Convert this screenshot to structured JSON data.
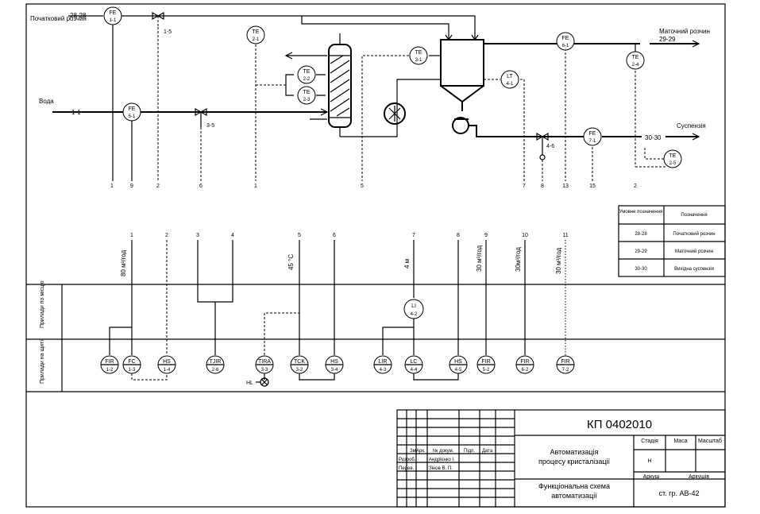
{
  "streams": {
    "mother_solution_in": "Початковий розчин",
    "water": "Вода",
    "mother_liquor_out": "Маточний розчин",
    "suspension_out": "Суспензія"
  },
  "pipe_codes": {
    "c2828": "28-28",
    "c11": "1-1",
    "c2929": "29-29",
    "c3030": "30-30"
  },
  "field_instruments": [
    {
      "top": "FE",
      "bottom": "1-1"
    },
    {
      "top": "TE",
      "bottom": "2-1"
    },
    {
      "top": "FE",
      "bottom": "5-1"
    },
    {
      "top": "TE",
      "bottom": "2-2"
    },
    {
      "top": "TE",
      "bottom": "2-3"
    },
    {
      "top": "TE",
      "bottom": "3-1"
    },
    {
      "top": "LT",
      "bottom": "4-1"
    },
    {
      "top": "FE",
      "bottom": "6-1"
    },
    {
      "top": "TE",
      "bottom": "2-4"
    },
    {
      "top": "FE",
      "bottom": "7-1"
    },
    {
      "top": "TE",
      "bottom": "2-5"
    }
  ],
  "valve_labels": {
    "v1": "1-5",
    "v2": "3-5",
    "v3": "4-6"
  },
  "line_numbers_top": [
    "1",
    "9",
    "2",
    "6",
    "1",
    "5",
    "7",
    "8",
    "13",
    "15",
    "2"
  ],
  "line_numbers_bottom": [
    "1",
    "2",
    "3",
    "4",
    "5",
    "6",
    "7",
    "8",
    "9",
    "10",
    "11"
  ],
  "ranges": {
    "r1": "80 м³/год",
    "r5": "45 °С",
    "r7": "4 м",
    "r9": "30 м³/год",
    "r10": "30м³/год",
    "r11": "30 м³/год"
  },
  "band_labels": {
    "local": "Прилади по місцю",
    "panel": "Прилади на щиті"
  },
  "local_instruments": [
    {
      "top": "LI",
      "bottom": "4-2"
    }
  ],
  "panel_instruments": [
    {
      "top": "FIR",
      "bottom": "1-2"
    },
    {
      "top": "FC",
      "bottom": "1-3"
    },
    {
      "top": "HS",
      "bottom": "1-4"
    },
    {
      "top": "TJIR",
      "bottom": "2-6"
    },
    {
      "top": "TIRA",
      "bottom": "3-3"
    },
    {
      "top": "TCK",
      "bottom": "3-2"
    },
    {
      "top": "HS",
      "bottom": "3-4"
    },
    {
      "top": "LIR",
      "bottom": "4-3"
    },
    {
      "top": "LC",
      "bottom": "4-4"
    },
    {
      "top": "HS",
      "bottom": "4-5"
    },
    {
      "top": "FIR",
      "bottom": "5-2"
    },
    {
      "top": "FIR",
      "bottom": "6-2"
    },
    {
      "top": "FIR",
      "bottom": "7-2"
    }
  ],
  "alarm_label": "HL",
  "legend": {
    "header_code": "Умовне позначення",
    "header_name": "Позначення",
    "rows": [
      {
        "code": "28-28",
        "name": "Початковий розчин"
      },
      {
        "code": "29-29",
        "name": "Маточний розчин"
      },
      {
        "code": "30-30",
        "name": "Вихідна суспензія"
      }
    ]
  },
  "title_block": {
    "doc_code": "КП 0402010",
    "title_line1": "Автоматизація",
    "title_line2": "процесу кристалізації",
    "drawing_line1": "Функціональна схема",
    "drawing_line2": "автоматизації",
    "stage_label": "Стадія",
    "mass_label": "Маса",
    "scale_label": "Масштаб",
    "sheet_label": "Аркуш",
    "sheets_label": "Аркушів",
    "group": "ст. гр. АВ-42",
    "stage_value": "н",
    "hdr_cols": [
      "Зм",
      "Арк.",
      "№ докум.",
      "Підп.",
      "Дата"
    ],
    "dev_role": "Розроб.",
    "dev_name": "Андрієнко І.",
    "chk_role": "Перев.",
    "chk_name": "Зінов В. П."
  }
}
